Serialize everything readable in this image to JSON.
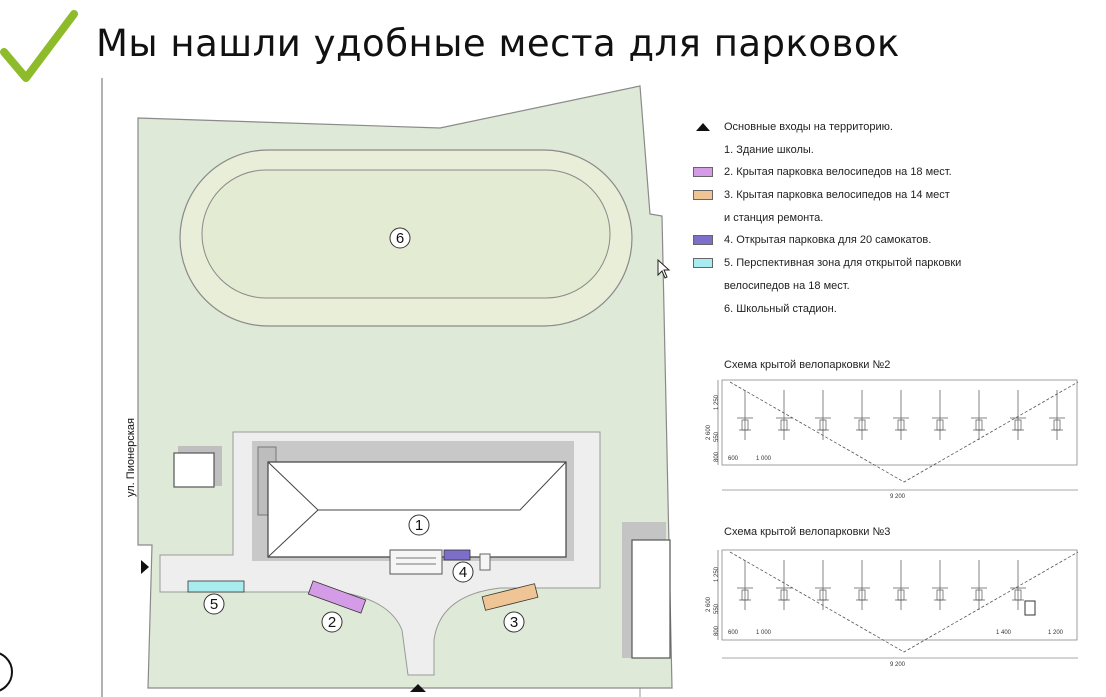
{
  "page": {
    "title": "Мы нашли удобные места для парковок"
  },
  "plan": {
    "street": "ул. Пионерская",
    "zones": [
      "1",
      "2",
      "3",
      "4",
      "5",
      "6"
    ],
    "colors": {
      "ground": "#dfe9d7",
      "paving": "#eeeeee",
      "track": "#e9eed8",
      "zone2": "#d49be6",
      "zone3": "#f0c596",
      "zone4": "#7d6fc9",
      "zone5": "#a8ecef"
    }
  },
  "legend": {
    "items": [
      {
        "symbol": "triangle",
        "text": "Основные входы на территорию."
      },
      {
        "symbol": "none",
        "text": "1. Здание школы."
      },
      {
        "symbol": "zone2",
        "text": "2. Крытая парковка велосипедов на 18 мест."
      },
      {
        "symbol": "zone3",
        "text": "3. Крытая парковка велосипедов на 14 мест"
      },
      {
        "symbol": "none",
        "text": "и станция ремонта."
      },
      {
        "symbol": "zone4",
        "text": "4. Открытая парковка для 20 самокатов."
      },
      {
        "symbol": "zone5",
        "text": "5. Перспективная зона для открытой парковки"
      },
      {
        "symbol": "none",
        "text": "велосипедов на 18 мест."
      },
      {
        "symbol": "none",
        "text": "6. Школьный стадион."
      }
    ]
  },
  "schemes": [
    {
      "title": "Схема крытой велопарковки №2",
      "dims": {
        "height_total": "2 600",
        "top": "1 250",
        "mid": "550",
        "bottom": "800",
        "left": "600",
        "left2": "1 000",
        "length": "9 200"
      }
    },
    {
      "title": "Схема крытой велопарковки №3",
      "dims": {
        "height_total": "2 600",
        "top": "1 250",
        "mid": "550",
        "bottom": "800",
        "left": "600",
        "left2": "1 000",
        "right1": "1 400",
        "right2": "1 200",
        "length": "9 200"
      }
    }
  ]
}
